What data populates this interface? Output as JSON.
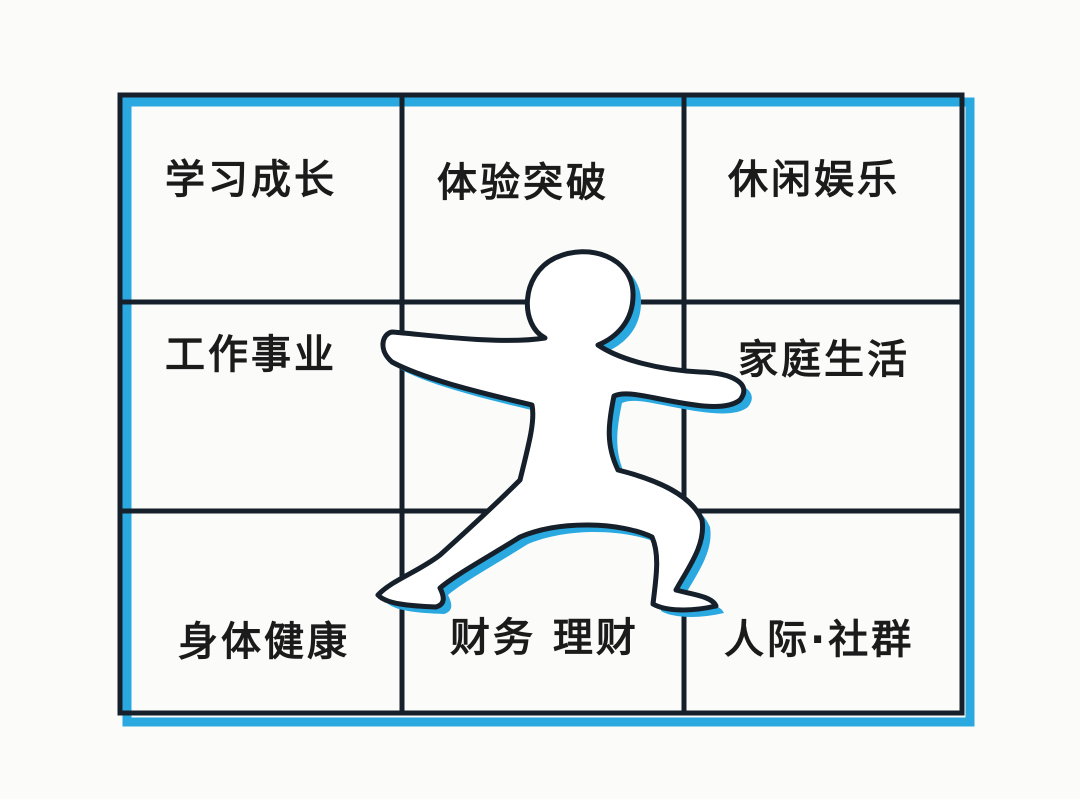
{
  "diagram": {
    "cells": {
      "top_left": "学习成长",
      "top_center": "体验突破",
      "top_right": "休闲娱乐",
      "middle_left": "工作事业",
      "middle_right": "家庭生活",
      "bottom_left": "身体健康",
      "bottom_center": "财务 理财",
      "bottom_right": "人际·社群"
    },
    "colors": {
      "line": "#15202b",
      "shadow": "#2aa8e0",
      "figure_fill": "#ffffff",
      "text": "#1b1b1b"
    },
    "center_figure_icon": "kungfu-stance-figure-icon"
  }
}
